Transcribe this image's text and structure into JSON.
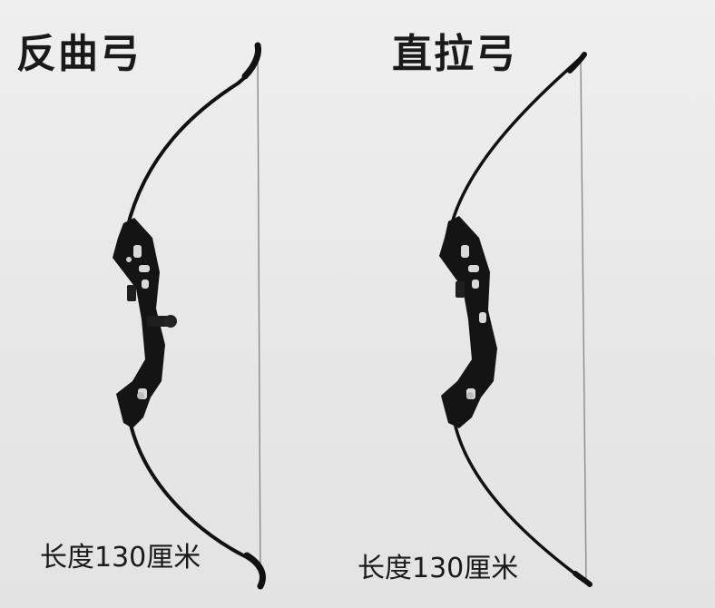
{
  "left_bow": {
    "title": "反曲弓",
    "length_label": "长度130厘米"
  },
  "right_bow": {
    "title": "直拉弓",
    "length_label": "长度130厘米"
  },
  "colors": {
    "background": "#e9e9e9",
    "bow_limb": "#111111",
    "string": "#8a8a8a",
    "text": "#1a1a1a"
  }
}
